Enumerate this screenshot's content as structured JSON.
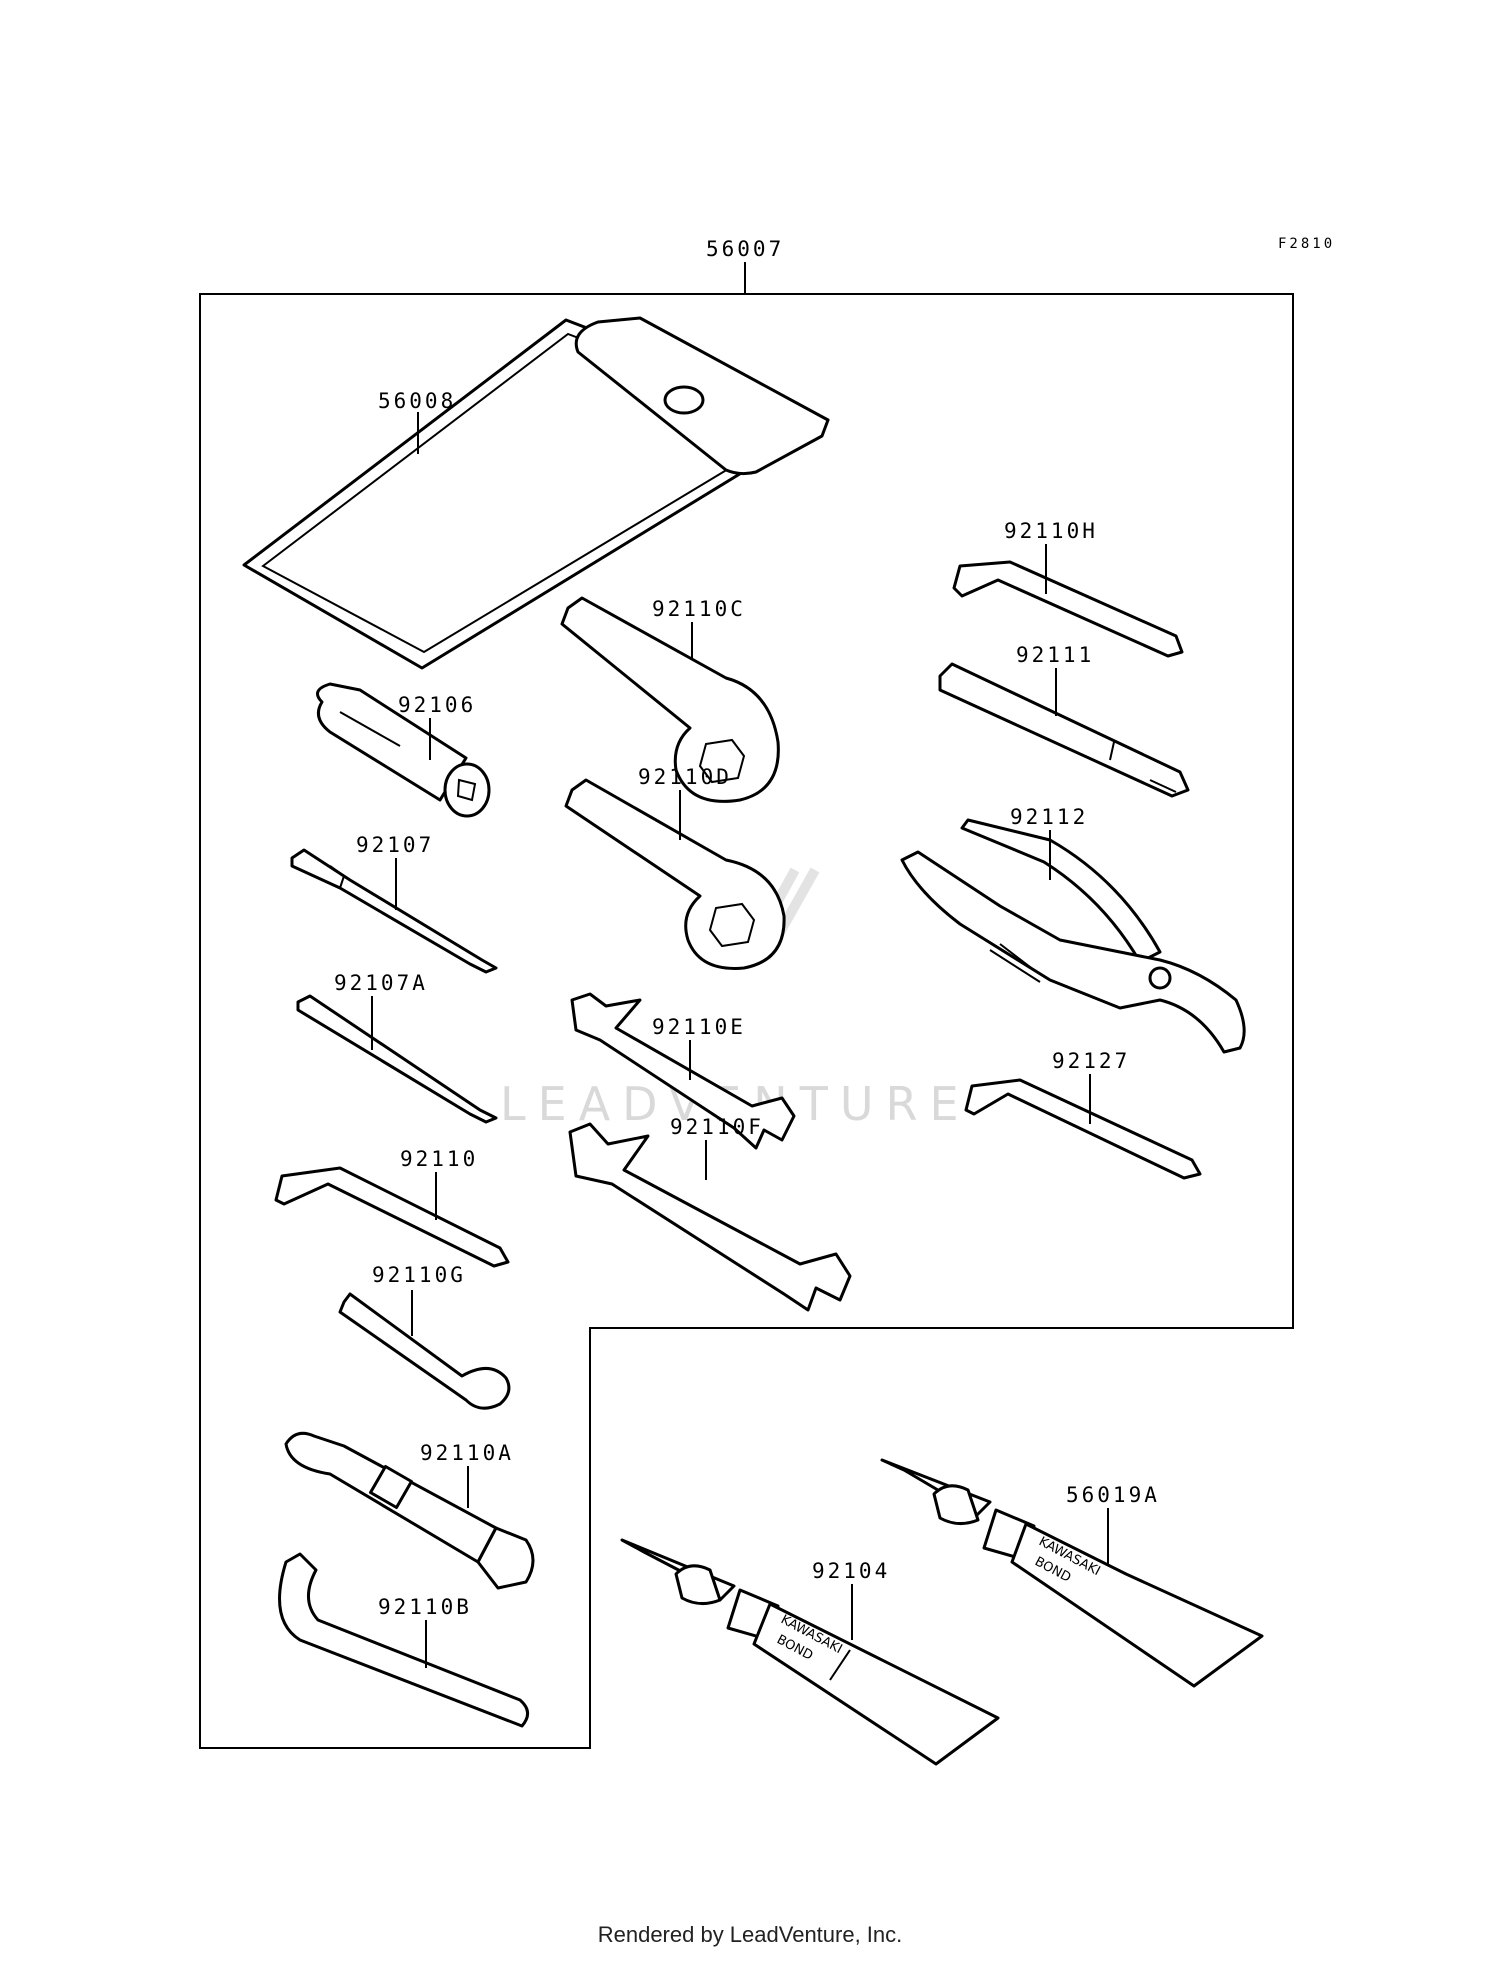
{
  "diagram": {
    "figure_code": "F2810",
    "watermark": "LEADVENTURE",
    "callouts": {
      "kit": "56007",
      "case": "56008",
      "handle": "92106",
      "screwdriver": "92107",
      "screwdriver_a": "92107A",
      "hex_wrench": "92110",
      "pin_spanner_g": "92110G",
      "box_wrench_a": "92110A",
      "hook_spanner_b": "92110B",
      "ring_wrench_c": "92110C",
      "ring_wrench_d": "92110D",
      "open_wrench_e": "92110E",
      "open_wrench_f": "92110F",
      "hex_key_h": "92110H",
      "extension_bar": "92111",
      "pliers": "92112",
      "hex_key_27": "92127",
      "bond_tube_1": "92104",
      "bond_tube_2": "56019A"
    },
    "tube_text": {
      "line1": "KAWASAKI",
      "line2": "BOND"
    }
  },
  "footer": {
    "text": "Rendered by LeadVenture, Inc."
  }
}
